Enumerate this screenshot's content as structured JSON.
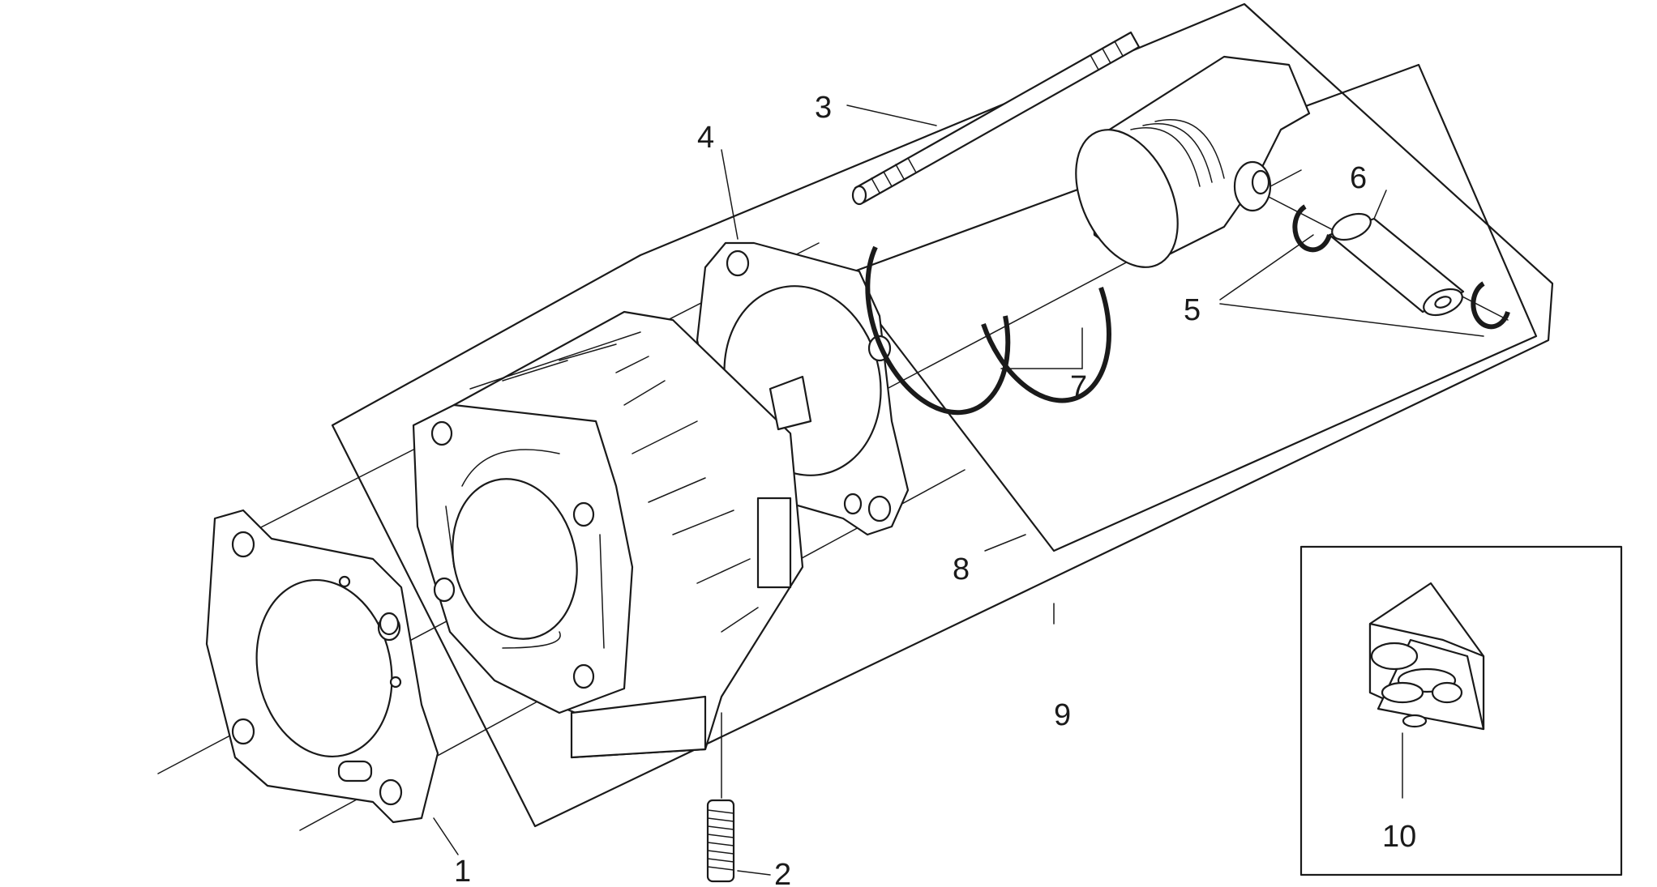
{
  "callouts": [
    {
      "id": "1",
      "text": "1"
    },
    {
      "id": "2",
      "text": "2"
    },
    {
      "id": "3",
      "text": "3"
    },
    {
      "id": "4",
      "text": "4"
    },
    {
      "id": "5",
      "text": "5"
    },
    {
      "id": "6",
      "text": "6"
    },
    {
      "id": "7",
      "text": "7"
    },
    {
      "id": "8",
      "text": "8"
    },
    {
      "id": "9",
      "text": "9"
    },
    {
      "id": "10",
      "text": "10"
    }
  ],
  "colors": {
    "line": "#1a1a1a",
    "background": "#ffffff"
  }
}
